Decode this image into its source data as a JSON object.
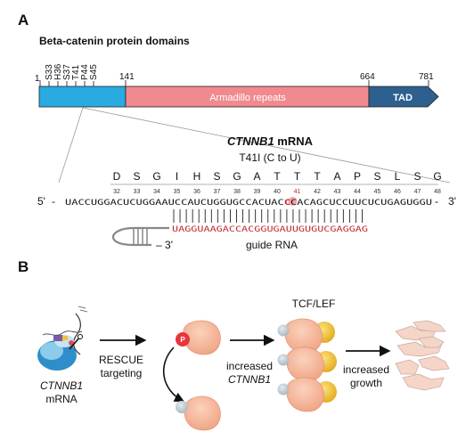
{
  "panel_a": {
    "letter": "A",
    "title": "Beta-catenin protein domains",
    "start_pos": "1",
    "sites": [
      "S33",
      "H36",
      "S37",
      "T41",
      "P44",
      "S45"
    ],
    "pos_141": "141",
    "pos_664": "664",
    "pos_781": "781",
    "armadillo_label": "Armadillo repeats",
    "tad_label": "TAD",
    "mrna_gene": "CTNNB1",
    "mrna_suffix": " mRNA",
    "mutation": "T41I (C to U)",
    "amino_acids": [
      "D",
      "S",
      "G",
      "I",
      "H",
      "S",
      "G",
      "A",
      "T",
      "T",
      "T",
      "A",
      "P",
      "S",
      "L",
      "S",
      "G"
    ],
    "codon_numbers": [
      "32",
      "33",
      "34",
      "35",
      "36",
      "37",
      "38",
      "39",
      "40",
      "41",
      "42",
      "43",
      "44",
      "45",
      "46",
      "47",
      "48"
    ],
    "five_prime": "5'",
    "three_prime": "3'",
    "seq_left": "UACCUGGACUCUGGAAUCCAUCUGGUGCCACUAC",
    "seq_highlight": "C",
    "seq_right": "CACAGCUCCUUCUCUGAGUGGU",
    "guide_seq": "UAGGUAAGACCACGGUGAUUGUGUCGAGGAG",
    "guide_three": "3'",
    "guide_label": "guide RNA"
  },
  "panel_b": {
    "letter": "B",
    "mrna_gene": "CTNNB1",
    "mrna_word": "mRNA",
    "rescue_line1": "RESCUE",
    "rescue_line2": "targeting",
    "phospho_label": "P",
    "tcf_label": "TCF/LEF",
    "increased1": "increased",
    "increased1_gene": "CTNNB1",
    "increased2": "increased",
    "growth": "growth"
  },
  "colors": {
    "blue_domain": "#29abe2",
    "armadillo": "#f08a8f",
    "tad": "#2d5f8f",
    "red_text": "#c1272d",
    "protein": "#f6b79b",
    "tcf": "#f2c23a",
    "cell": "#f5d5c8"
  }
}
